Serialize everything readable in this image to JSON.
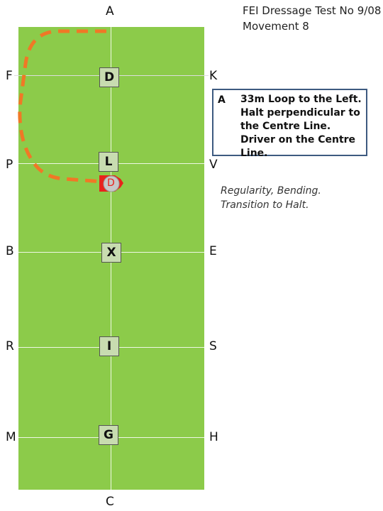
{
  "header": {
    "title_line1": "FEI Dressage Test No 9/08",
    "title_line2": "Movement 8"
  },
  "edge_letters": {
    "top": "A",
    "bottom": "C",
    "left": [
      "F",
      "P",
      "B",
      "R",
      "M"
    ],
    "right": [
      "K",
      "V",
      "E",
      "S",
      "H"
    ]
  },
  "centre_letters": [
    "D",
    "L",
    "X",
    "I",
    "G"
  ],
  "movement": {
    "letter": "A",
    "instruction": "33m Loop to the Left. Halt perpendicular to the Centre Line. Driver on the Centre Line."
  },
  "notes": {
    "line1": "Regularity, Bending.",
    "line2": "Transition to Halt."
  },
  "carriage_label": "D",
  "colors": {
    "arena": "#8ccb4a",
    "path": "#f07826",
    "box_border": "#3d5a80",
    "carriage": "#e8231c"
  }
}
